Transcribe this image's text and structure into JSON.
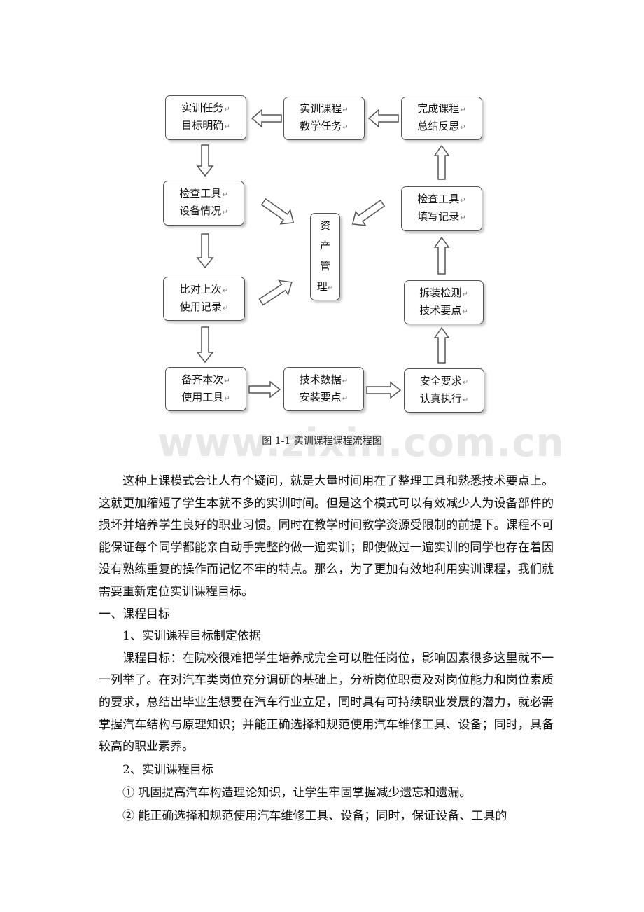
{
  "flowchart": {
    "nodes": {
      "task_goal": [
        "实训任务",
        "目标明确"
      ],
      "course_teaching": [
        "实训课程",
        "教学任务"
      ],
      "finish_summary": [
        "完成课程",
        "总结反思"
      ],
      "check_tools_equipment": [
        "检查工具",
        "设备情况"
      ],
      "asset_management": [
        "资",
        "产",
        "管",
        "理"
      ],
      "check_tools_record": [
        "检查工具",
        "填写记录"
      ],
      "compare_last_use": [
        "比对上次",
        "使用记录"
      ],
      "disassembly_detection": [
        "拆装检测",
        "技术要点"
      ],
      "prepare_tools": [
        "备齐本次",
        "使用工具"
      ],
      "tech_data": [
        "技术数据",
        "安装要点"
      ],
      "safety_requirements": [
        "安全要求",
        "认真执行"
      ]
    },
    "caption": "图 1-1  实训课程课程流程图"
  },
  "watermark": "www.zixin.com.cn",
  "body": {
    "paragraph1": "这种上课模式会让人有个疑问，就是大量时间用在了整理工具和熟悉技术要点上。这就更加缩短了学生本就不多的实训时间。但是这个模式可以有效减少人为设备部件的损坏并培养学生良好的职业习惯。同时在教学时间教学资源受限制的前提下。课程不可能保证每个同学都能亲自动手完整的做一遍实训；即使做过一遍实训的同学也存在着因没有熟练重复的操作而记忆不牢的特点。那么，为了更加有效地利用实训课程，我们就需要重新定位实训课程目标。",
    "section1_heading": "一、课程目标",
    "subsection1_heading": "1、实训课程目标制定依据",
    "paragraph2": "课程目标：在院校很难把学生培养成完全可以胜任岗位，影响因素很多这里就不一一列举了。在对汽车类岗位充分调研的基础上，分析岗位职责及对岗位能力和岗位素质的要求，总结出毕业生想要在汽车行业立足，同时具有可持续职业发展的潜力，就必需掌握汽车结构与原理知识；并能正确选择和规范使用汽车维修工具、设备；同时，具备较高的职业素养。",
    "subsection2_heading": "2、实训课程目标",
    "goal1": "① 巩固提高汽车构造理论知识，让学生牢固掌握减少遗忘和遗漏。",
    "goal2": "② 能正确选择和规范使用汽车维修工具、设备；同时，保证设备、工具的"
  }
}
